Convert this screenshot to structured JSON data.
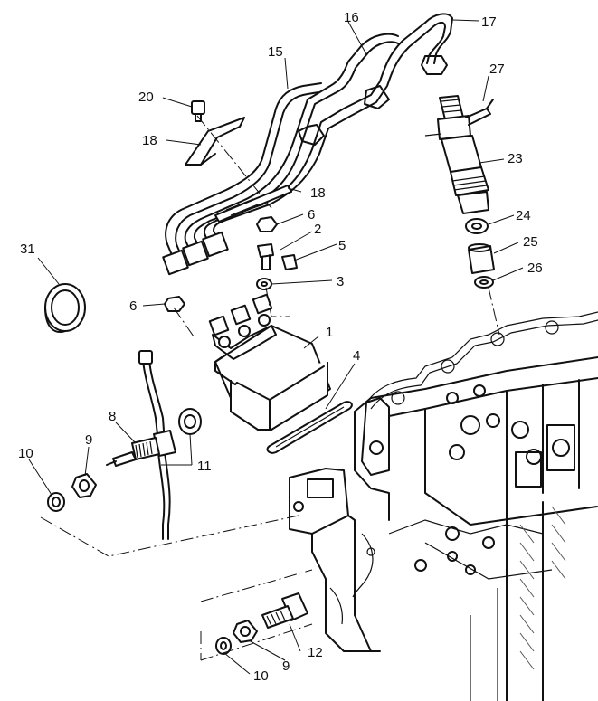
{
  "callouts": {
    "c1": "1",
    "c2": "2",
    "c3": "3",
    "c4": "4",
    "c5": "5",
    "c6a": "6",
    "c6b": "6",
    "c8": "8",
    "c9a": "9",
    "c9b": "9",
    "c10a": "10",
    "c10b": "10",
    "c11": "11",
    "c12": "12",
    "c15": "15",
    "c16": "16",
    "c17": "17",
    "c18a": "18",
    "c18b": "18",
    "c20": "20",
    "c23": "23",
    "c24": "24",
    "c25": "25",
    "c26": "26",
    "c27": "27",
    "c31": "31"
  }
}
